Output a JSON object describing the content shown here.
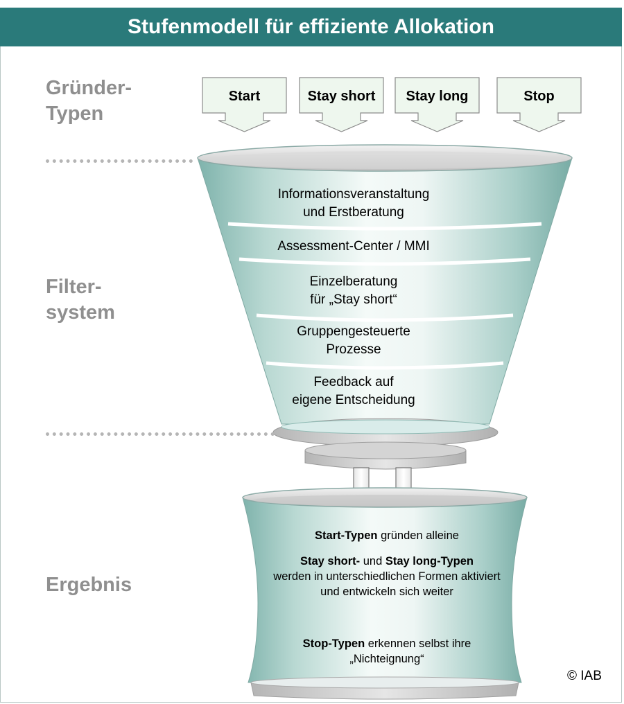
{
  "title": "Stufenmodell für effiziente Allokation",
  "side_labels": {
    "gruender": [
      "Gründer-",
      "Typen"
    ],
    "filter": [
      "Filter-",
      "system"
    ],
    "ergebnis": "Ergebnis"
  },
  "founder_types": [
    "Start",
    "Stay short",
    "Stay long",
    "Stop"
  ],
  "filter_stages": [
    [
      "Informationsveranstaltung",
      "und Erstberatung"
    ],
    [
      "Assessment-Center / MMI"
    ],
    [
      "Einzelberatung",
      "für „Stay short“"
    ],
    [
      "Gruppengesteuerte",
      "Prozesse"
    ],
    [
      "Feedback auf",
      "eigene Entscheidung"
    ]
  ],
  "result": {
    "p1_bold": "Start-Typen",
    "p1_rest": " gründen alleine",
    "p2_bold1": "Stay short-",
    "p2_mid": " und ",
    "p2_bold2": "Stay long-Typen",
    "p2_rest": "werden in unterschiedlichen Formen aktiviert und entwickeln sich weiter",
    "p3_bold": "Stop-Typen",
    "p3_rest": " erkennen selbst ihre „Nichteignung“"
  },
  "copyright": "© IAB",
  "colors": {
    "header": "#2a7a7a",
    "funnel_light": "#e9f3f1",
    "funnel_dark": "#8ebcb6",
    "arrow_fill": "#eef7ee",
    "side_label": "#8f8f8f"
  }
}
